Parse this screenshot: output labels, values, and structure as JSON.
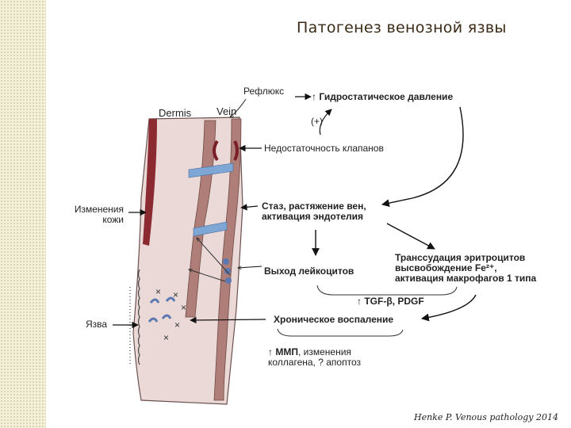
{
  "title": "Патогенез венозной язвы",
  "labels": {
    "reflux": "Рефлюкс",
    "hydrostatic": "Гидростатическое давление",
    "feedback": "(+)",
    "valve_insufficiency": "Недостаточность клапанов",
    "stasis_line1": "Стаз, растяжение вен,",
    "stasis_line2": "активация эндотелия",
    "leukocytes": "Выход лейкоцитов",
    "erythro_line1": "Транссудация эритроцитов",
    "erythro_line2": "высвобождение Fe²⁺,",
    "erythro_line3": "активация макрофагов 1 типа",
    "tgf": "TGF-β, PDGF",
    "inflammation": "Хроническое воспаление",
    "mmp_bold": "ММП",
    "mmp_line1_rest": ", изменения",
    "mmp_line2": "коллагена, ? апоптоз",
    "skin_changes_line1": "Изменения",
    "skin_changes_line2": "кожи",
    "ulcer": "Язва",
    "dermis": "Dermis",
    "vein": "Vein",
    "up_arrow": "↑"
  },
  "citation": "Henke P. Venous pathology 2014",
  "colors": {
    "skin": "#ead9d6",
    "vein_wall": "#b07e78",
    "dermis_edge": "#8c2a32",
    "valve_band": "#7ea7d6",
    "cell": "#5b78b0",
    "text": "#222222",
    "title": "#3a2a16"
  }
}
